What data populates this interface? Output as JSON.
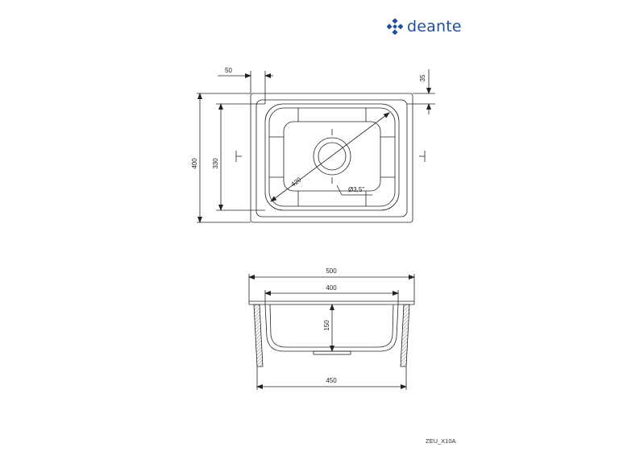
{
  "brand": {
    "name": "deante",
    "logo_icon": "deante-logo-icon",
    "color": "#1f4f9c"
  },
  "product_code": "ZEU_X10A",
  "top_view": {
    "dim_overall_height": "400",
    "dim_bowl_height": "330",
    "dim_left_offset": "50",
    "dim_top_offset": "35",
    "dim_diagonal": "420",
    "dim_drain": "Ø3,5\""
  },
  "side_view": {
    "dim_overall_width": "500",
    "dim_bowl_width": "400",
    "dim_depth": "150",
    "dim_base_width": "450"
  }
}
